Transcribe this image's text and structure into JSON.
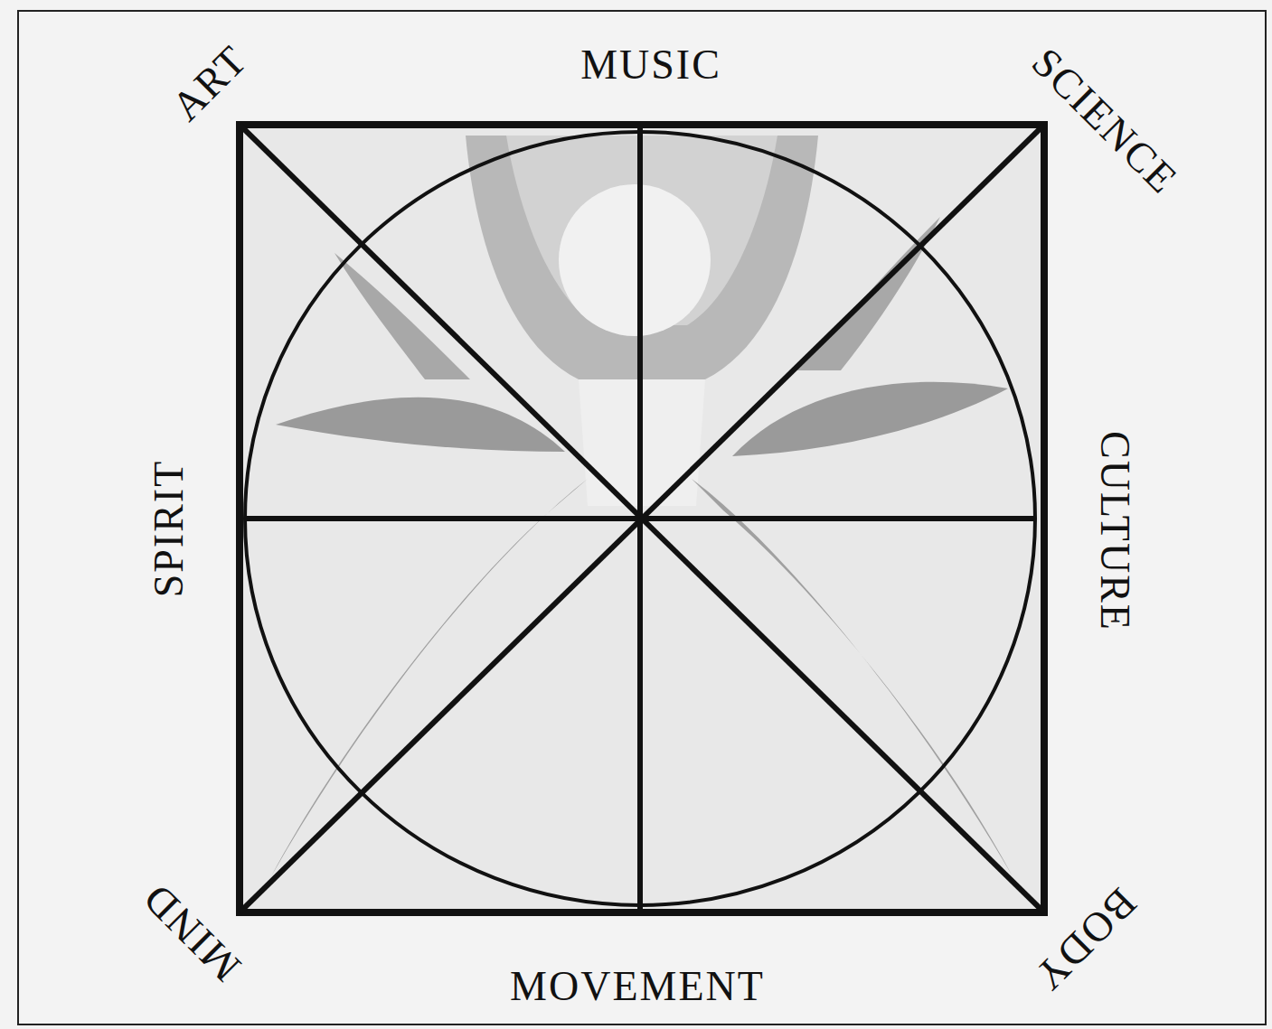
{
  "diagram": {
    "labels": [
      "ART",
      "MUSIC",
      "SCIENCE",
      "SPIRIT",
      "CULTURE",
      "MIND",
      "MOVEMENT",
      "BODY"
    ]
  }
}
